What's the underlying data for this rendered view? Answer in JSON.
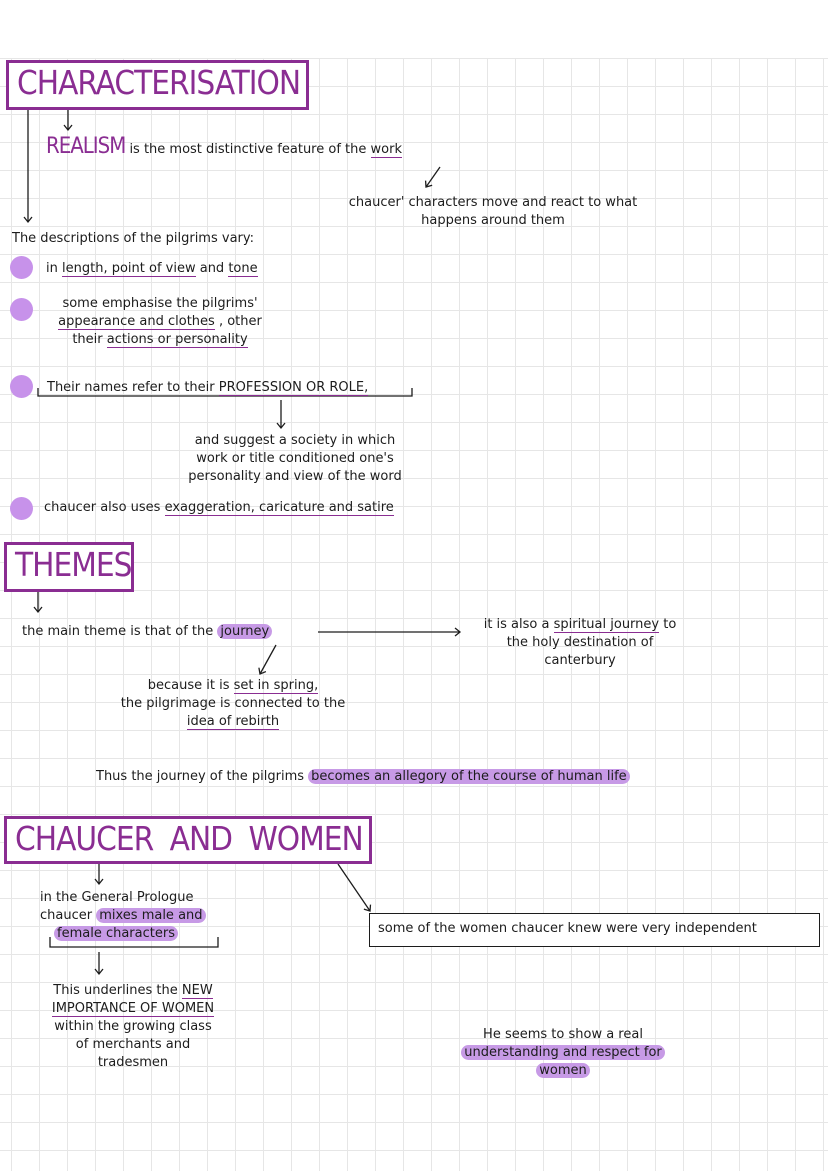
{
  "characterisation": {
    "heading": "CHARACTERISATION",
    "realism_word": "REALISM",
    "realism_rest": "is the most distinctive feature of the",
    "realism_work": "work",
    "react_line1": "chaucer' characters move and react to what",
    "react_line2": "happens around them",
    "vary": "The descriptions of the pilgrims vary:",
    "b1_pre": "in",
    "b1_length": "length",
    "b1_mid": ", point of view",
    "b1_and": " and ",
    "b1_tone": "tone",
    "b2_line1": "some emphasise the pilgrims'",
    "b2_line2_u": "appearance and clothes",
    "b2_line2_rest": " , other",
    "b2_line3_pre": "their ",
    "b2_line3_u": "actions or personality",
    "b3_pre": "Their names refer to their ",
    "b3_u": "PROFESSION OR ROLE,",
    "society_line1": "and suggest a society in which",
    "society_line2": "work or title conditioned one's",
    "society_line3": "personality and view of the word",
    "b4_pre": "chaucer also uses ",
    "b4_u": "exaggeration, caricature and satire"
  },
  "themes": {
    "heading": "THEMES",
    "main_pre": "the main theme is that of the ",
    "main_hl": "journey",
    "spiritual_pre": "it is also a ",
    "spiritual_u": "spiritual journey",
    "spiritual_post": " to",
    "spiritual_line2": "the holy destination of",
    "spiritual_line3": "canterbury",
    "spring_pre": "because it is ",
    "spring_u": "set in spring,",
    "spring_line2": "the pilgrimage is connected to the",
    "spring_line3": "idea of rebirth",
    "thus_pre": "Thus the journey of the pilgrims ",
    "thus_hl": "becomes an allegory of the course of human life"
  },
  "women": {
    "heading": "CHAUCER AND WOMEN",
    "prologue_line1": "in the General Prologue",
    "prologue_line2_pre": "chaucer ",
    "prologue_line2_hl": "mixes male and",
    "prologue_line3_hl": "female characters",
    "independent": "some of the women chaucer knew were very independent",
    "underlines_line1_pre": "This underlines the ",
    "underlines_line1_u": "NEW",
    "underlines_line2_u": "IMPORTANCE OF WOMEN",
    "underlines_line3": "within the growing class",
    "underlines_line4": "of merchants and",
    "underlines_line5": "tradesmen",
    "respect_line1": "He seems to show a real",
    "respect_line2_hl": "understanding and respect for",
    "respect_line3_hl": "women"
  },
  "colors": {
    "accent": "#8a2d92",
    "bullet": "#c792ea",
    "highlight": "#c79ae6",
    "grid": "#e6e6e6"
  }
}
